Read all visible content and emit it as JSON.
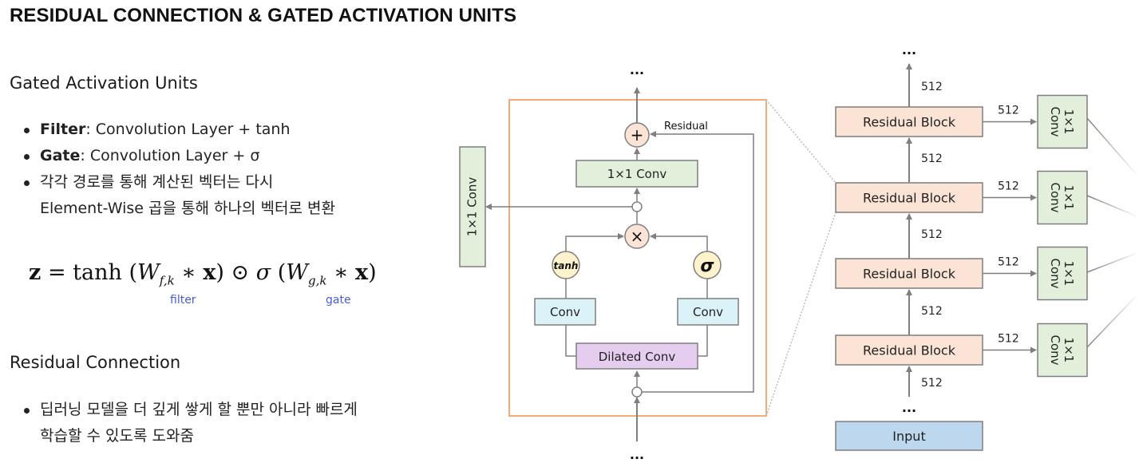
{
  "title": "RESIDUAL CONNECTION & GATED ACTIVATION UNITS",
  "gated_activation": {
    "heading": "Gated Activation Units",
    "bullets": [
      {
        "bold": "Filter",
        "text": ": Convolution Layer + tanh"
      },
      {
        "bold": "Gate",
        "text": ": Convolution Layer + σ"
      },
      {
        "bold": "",
        "text": "각각 경로를 통해 계산된 벡터는 다시"
      },
      {
        "bold": "",
        "text": "Element-Wise 곱을 통해 하나의 벡터로 변환",
        "continuation": true
      }
    ],
    "formula": {
      "lhs": "z",
      "eq": "=",
      "tanh": "tanh",
      "w_f": "W",
      "sub_f": "f,k",
      "star": "∗",
      "x": "x",
      "odot": "⊙",
      "sigma": "σ",
      "w_g": "W",
      "sub_g": "g,k",
      "filter_label": "filter",
      "gate_label": "gate"
    }
  },
  "residual_connection": {
    "heading": "Residual Connection",
    "bullets": [
      {
        "text": "딥러닝 모델을 더 깊게 쌓게 할 뿐만 아니라 빠르게"
      },
      {
        "text": "학습할 수 있도록 도와줌",
        "continuation": true
      }
    ]
  },
  "block_diagram": {
    "top_ellipsis": "...",
    "bottom_ellipsis": "...",
    "residual_label": "Residual",
    "plus_symbol": "+",
    "times_symbol": "×",
    "conv1x1_top": "1×1 Conv",
    "conv1x1_side": "1×1 Conv",
    "tanh_label": "tanh",
    "sigma_label": "σ",
    "conv_left": "Conv",
    "conv_right": "Conv",
    "dilated_conv": "Dilated Conv"
  },
  "stack_diagram": {
    "top_ellipsis": "...",
    "mid_ellipsis": "...",
    "input_label": "Input",
    "blocks": [
      {
        "label": "Residual Block",
        "up_dim": "512",
        "side_dim": "512",
        "skip_conv": "1×1 Conv"
      },
      {
        "label": "Residual Block",
        "up_dim": "512",
        "side_dim": "512",
        "skip_conv": "1×1 Conv"
      },
      {
        "label": "Residual Block",
        "up_dim": "512",
        "side_dim": "512",
        "skip_conv": "1×1 Conv"
      },
      {
        "label": "Residual Block",
        "up_dim": "512",
        "side_dim": "512",
        "skip_conv": "1×1 Conv"
      }
    ],
    "input_dim": "512"
  },
  "colors": {
    "highlight_frame": "#f5a97a",
    "residual_block_fill": "#fbe3d6",
    "conv1x1_fill": "#e2efda",
    "conv_fill": "#dbf3f8",
    "dilated_fill": "#e4cdee",
    "input_fill": "#bdd7ee",
    "op_node_fill": "#fbe3d6",
    "activation_fill": "#fff2cc",
    "line": "#7f7f7f",
    "formula_label": "#4a5bd8"
  }
}
